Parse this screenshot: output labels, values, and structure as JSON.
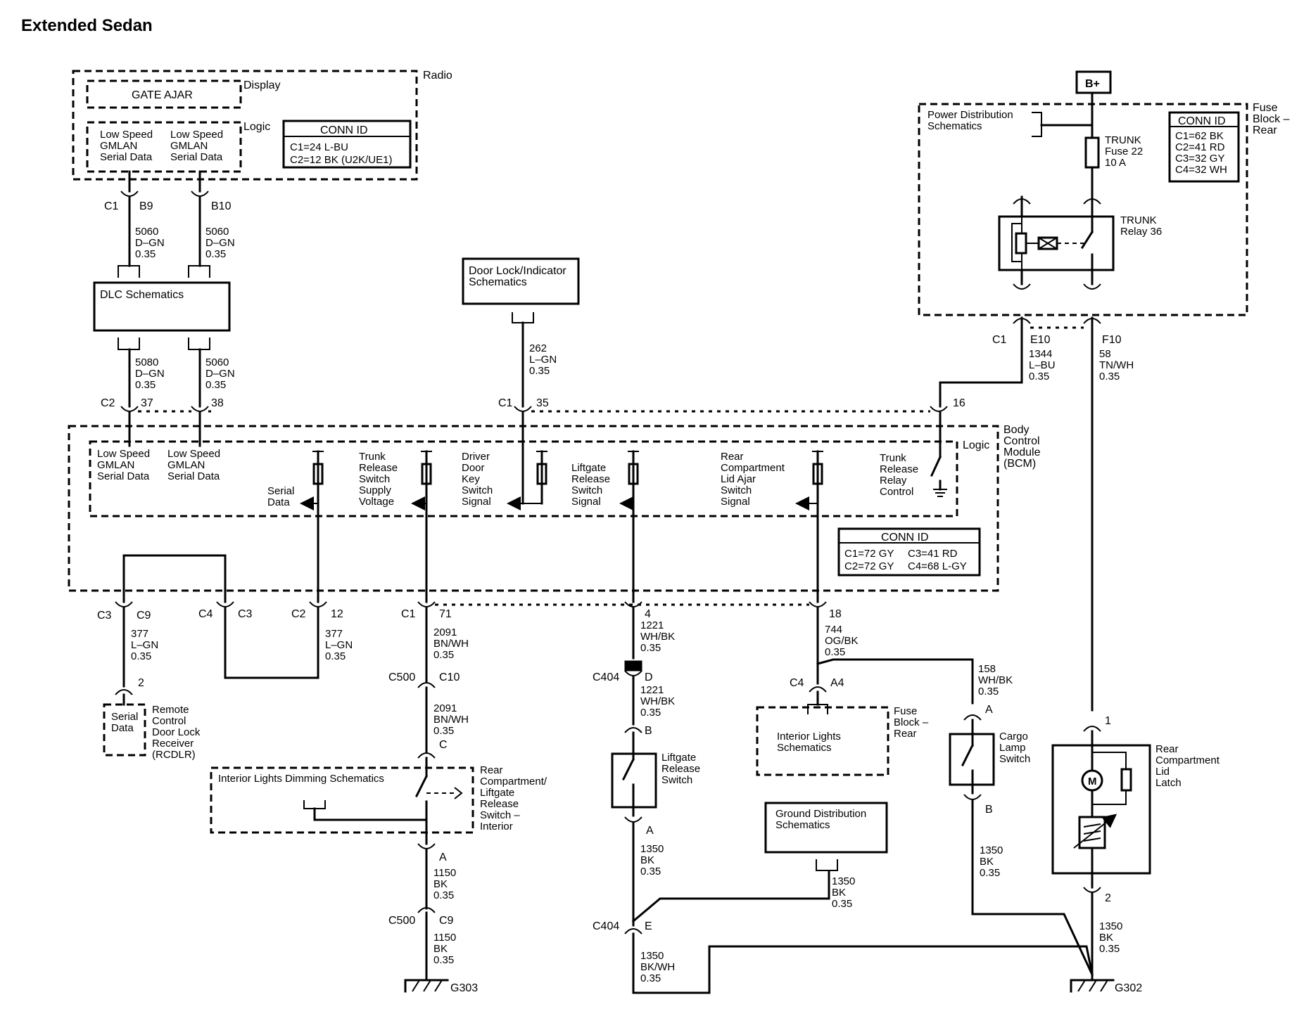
{
  "title": "Extended Sedan",
  "radio": {
    "name": "Radio",
    "display": "Display",
    "gate_ajar": "GATE AJAR",
    "logic": "Logic",
    "ls1": [
      "Low Speed",
      "GMLAN",
      "Serial Data"
    ],
    "ls2": [
      "Low Speed",
      "GMLAN",
      "Serial Data"
    ],
    "conn_title": "CONN ID",
    "conn": [
      "C1=24 L-BU",
      "C2=12 BK (U2K/UE1)"
    ],
    "c1": "C1",
    "b9": "B9",
    "b10": "B10"
  },
  "wires_top": {
    "w1": [
      "5060",
      "D–GN",
      "0.35"
    ],
    "w2": [
      "5060",
      "D–GN",
      "0.35"
    ]
  },
  "dlc": "DLC Schematics",
  "wires_dlc": {
    "w1": [
      "5080",
      "D–GN",
      "0.35"
    ],
    "w2": [
      "5060",
      "D–GN",
      "0.35"
    ]
  },
  "bcm_top_pins": {
    "c2": "C2",
    "p37": "37",
    "p38": "38",
    "c1": "C1",
    "p35": "35",
    "p16": "16"
  },
  "door_lock": [
    "Door Lock/Indicator",
    "Schematics"
  ],
  "wire_262": [
    "262",
    "L–GN",
    "0.35"
  ],
  "fuse_block": {
    "bplus": "B+",
    "name": [
      "Fuse",
      "Block –",
      "Rear"
    ],
    "power_dist": [
      "Power Distribution",
      "Schematics"
    ],
    "fuse": [
      "TRUNK",
      "Fuse 22",
      "10 A"
    ],
    "relay": [
      "TRUNK",
      "Relay 36"
    ],
    "conn_title": "CONN ID",
    "conn": [
      "C1=62 BK",
      "C2=41 RD",
      "C3=32 GY",
      "C4=32 WH"
    ],
    "c1": "C1",
    "e10": "E10",
    "f10": "F10"
  },
  "wire_1344": [
    "1344",
    "L–BU",
    "0.35"
  ],
  "wire_58": [
    "58",
    "TN/WH",
    "0.35"
  ],
  "bcm": {
    "name": [
      "Body",
      "Control",
      "Module",
      "(BCM)"
    ],
    "logic": "Logic",
    "ls1": [
      "Low Speed",
      "GMLAN",
      "Serial Data"
    ],
    "ls2": [
      "Low Speed",
      "GMLAN",
      "Serial Data"
    ],
    "serial_data": [
      "Serial",
      "Data"
    ],
    "trunk_rel_supply": [
      "Trunk",
      "Release",
      "Switch",
      "Supply",
      "Voltage"
    ],
    "driver_door": [
      "Driver",
      "Door",
      "Key",
      "Switch",
      "Signal"
    ],
    "liftgate": [
      "Liftgate",
      "Release",
      "Switch",
      "Signal"
    ],
    "rear_comp": [
      "Rear",
      "Compartment",
      "Lid Ajar",
      "Switch",
      "Signal"
    ],
    "trunk_relay": [
      "Trunk",
      "Release",
      "Relay",
      "Control"
    ],
    "conn_title": "CONN ID",
    "conn": [
      "C1=72 GY",
      "C3=41 RD",
      "C2=72 GY",
      "C4=68 L-GY"
    ]
  },
  "bcm_bottom_pins": {
    "c3": "C3",
    "c9": "C9",
    "c4": "C4",
    "c3b": "C3",
    "c2": "C2",
    "p12": "12",
    "c1": "C1",
    "p71": "71",
    "p4": "4",
    "p18": "18"
  },
  "wire_377a": [
    "377",
    "L–GN",
    "0.35"
  ],
  "wire_377b": [
    "377",
    "L–GN",
    "0.35"
  ],
  "rcdlr": {
    "pin": "2",
    "serial": [
      "Serial",
      "Data"
    ],
    "name": [
      "Remote",
      "Control",
      "Door Lock",
      "Receiver",
      "(RCDLR)"
    ]
  },
  "wire_2091a": [
    "2091",
    "BN/WH",
    "0.35"
  ],
  "c500a": "C500",
  "c10": "C10",
  "wire_2091b": [
    "2091",
    "BN/WH",
    "0.35"
  ],
  "pin_c": "C",
  "interior_dimming": "Interior Lights Dimming Schematics",
  "rear_lift_switch": [
    "Rear",
    "Compartment/",
    "Liftgate",
    "Release",
    "Switch –",
    "Interior"
  ],
  "pin_a1": "A",
  "wire_1150a": [
    "1150",
    "BK",
    "0.35"
  ],
  "c500b": "C500",
  "c9b": "C9",
  "wire_1150b": [
    "1150",
    "BK",
    "0.35"
  ],
  "g303": "G303",
  "wire_1221a": [
    "1221",
    "WH/BK",
    "0.35"
  ],
  "c404a": "C404",
  "pin_d": "D",
  "wire_1221b": [
    "1221",
    "WH/BK",
    "0.35"
  ],
  "pin_b1": "B",
  "liftgate_switch": [
    "Liftgate",
    "Release",
    "Switch"
  ],
  "pin_a2": "A",
  "wire_1350a": [
    "1350",
    "BK",
    "0.35"
  ],
  "c404b": "C404",
  "pin_e": "E",
  "wire_1350bkwh": [
    "1350",
    "BK/WH",
    "0.35"
  ],
  "wire_744": [
    "744",
    "OG/BK",
    "0.35"
  ],
  "c4": "C4",
  "a4": "A4",
  "interior_lights": [
    "Interior Lights",
    "Schematics"
  ],
  "fuse_block_rear2": [
    "Fuse",
    "Block –",
    "Rear"
  ],
  "ground_dist": [
    "Ground Distribution",
    "Schematics"
  ],
  "wire_1350b": [
    "1350",
    "BK",
    "0.35"
  ],
  "wire_158": [
    "158",
    "WH/BK",
    "0.35"
  ],
  "pin_a3": "A",
  "cargo_lamp": [
    "Cargo",
    "Lamp",
    "Switch"
  ],
  "pin_b2": "B",
  "wire_1350c": [
    "1350",
    "BK",
    "0.35"
  ],
  "pin_1": "1",
  "latch": [
    "Rear",
    "Compartment",
    "Lid",
    "Latch"
  ],
  "motor": "M",
  "pin_2": "2",
  "wire_1350d": [
    "1350",
    "BK",
    "0.35"
  ],
  "g302": "G302"
}
